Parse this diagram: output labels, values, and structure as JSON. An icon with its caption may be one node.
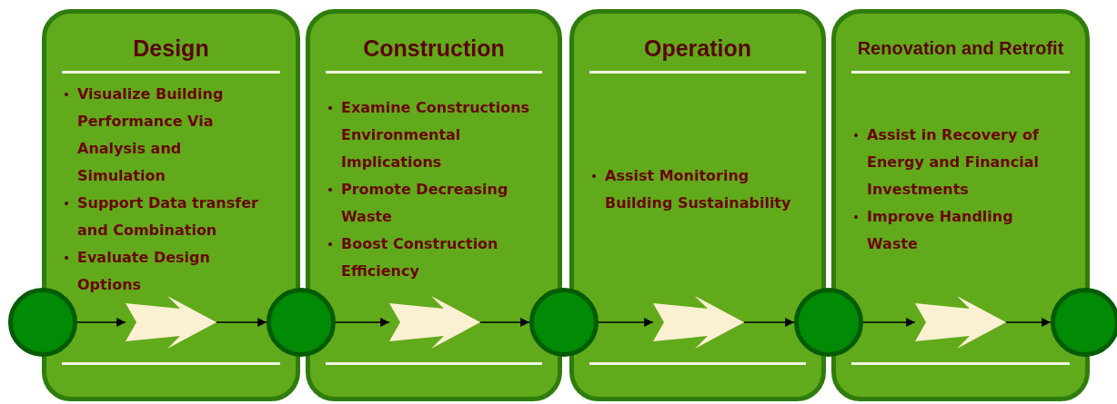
{
  "diagram": {
    "nodes": [
      {
        "text": [
          "Design",
          "Visualize Building Performance Via Analysis and Simulation",
          "Support Data transfer and Combination",
          "Evaluate Design Options"
        ]
      },
      {
        "text": [
          "Construction",
          "Examine Constructions Environmental Implications",
          "Promote Decreasing Waste",
          "Boost Construction Efficiency"
        ]
      },
      {
        "text": [
          "Operation",
          "Assist Monitoring Building Sustainability"
        ]
      },
      {
        "text": [
          "Renovation and Retrofit",
          "Assist in Recovery of Energy and Financial Investments",
          "Improve Handling Waste"
        ]
      },
      {
        "text": [],
        "shape": "circle"
      },
      {
        "text": [],
        "shape": "circle"
      },
      {
        "text": [],
        "shape": "circle"
      },
      {
        "text": [],
        "shape": "circle"
      },
      {
        "text": [],
        "shape": "circle"
      },
      {
        "text": [],
        "shape": "chevron",
        "in": 0
      },
      {
        "text": [],
        "shape": "chevron",
        "in": 1
      },
      {
        "text": [],
        "shape": "chevron",
        "in": 2
      },
      {
        "text": [],
        "shape": "chevron",
        "in": 3
      }
    ],
    "edges": [
      {
        "from": 4,
        "to": 9,
        "arrow": "to"
      },
      {
        "from": 9,
        "to": 5,
        "arrow": "to"
      },
      {
        "from": 5,
        "to": 10,
        "arrow": "to"
      },
      {
        "from": 10,
        "to": 6,
        "arrow": "to"
      },
      {
        "from": 6,
        "to": 11,
        "arrow": "to"
      },
      {
        "from": 11,
        "to": 7,
        "arrow": "to"
      },
      {
        "from": 7,
        "to": 12,
        "arrow": "to"
      },
      {
        "from": 12,
        "to": 8,
        "arrow": "to"
      }
    ]
  }
}
